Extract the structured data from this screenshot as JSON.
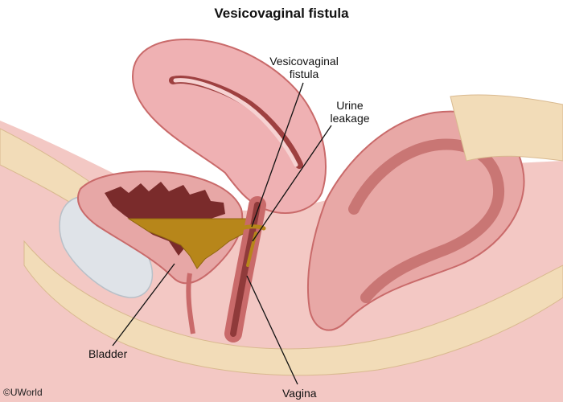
{
  "title": "Vesicovaginal fistula",
  "labels": {
    "fistula_line1": "Vesicovaginal",
    "fistula_line2": "fistula",
    "urine_line1": "Urine",
    "urine_line2": "leakage",
    "bladder": "Bladder",
    "vagina": "Vagina"
  },
  "credit": "©UWorld",
  "colors": {
    "tissue_pink": "#eab3b0",
    "muscle_red": "#c96a6a",
    "fat_tan": "#f2dcb8",
    "urine_gold": "#b7861a",
    "pubic_bone": "#dfe3e8"
  }
}
